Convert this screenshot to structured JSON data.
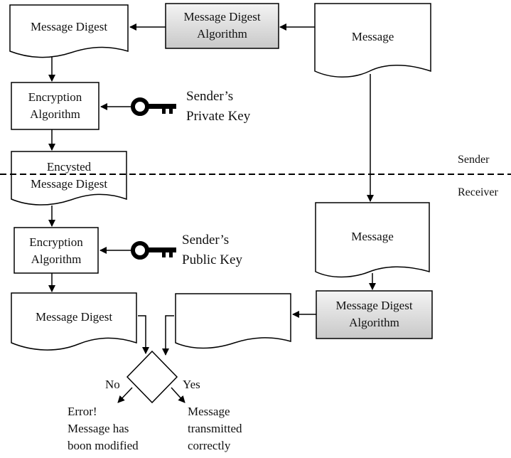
{
  "sender": {
    "message": "Message",
    "md_algorithm": [
      "Message Digest",
      "Algorithm"
    ],
    "message_digest": "Message Digest",
    "encryption_algorithm": [
      "Encryption",
      "Algorithm"
    ],
    "private_key_label": [
      "Sender’s",
      "Private Key"
    ],
    "encrypted_digest": [
      "Encysted",
      "Message Digest"
    ]
  },
  "receiver": {
    "message": "Message",
    "encryption_algorithm": [
      "Encryption",
      "Algorithm"
    ],
    "public_key_label": [
      "Sender’s",
      "Public Key"
    ],
    "message_digest": "Message Digest",
    "md_algorithm": [
      "Message Digest",
      "Algorithm"
    ],
    "computed_digest": ""
  },
  "divider": {
    "top_label": "Sender",
    "bottom_label": "Receiver"
  },
  "decision": {
    "no_label": "No",
    "yes_label": "Yes",
    "no_result": [
      "Error!",
      "Message has",
      "boon modified"
    ],
    "yes_result": [
      "Message",
      "transmitted",
      "correctly"
    ]
  },
  "colors": {
    "line": "#000000",
    "gray_box_top": "#f4f4f4",
    "gray_box_bottom": "#c8c8c8"
  },
  "icons": [
    "key-icon",
    "key-icon"
  ]
}
